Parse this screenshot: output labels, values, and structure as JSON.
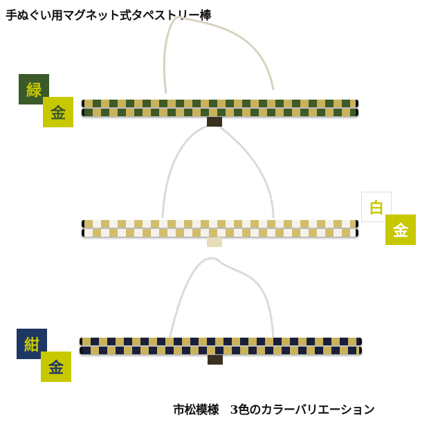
{
  "title": "手ぬぐい用マグネット式タペストリー棒",
  "caption": "市松模様　3色のカラーバリエーション",
  "variants": [
    {
      "top_label": "緑",
      "bottom_label": "金",
      "top_color": "#3b5a2a",
      "top_text": "#c8c800",
      "bottom_color": "#c8c800",
      "bottom_text": "#3b5a2a",
      "check_dark": "#3f5a26",
      "check_light": "#c9b25a"
    },
    {
      "top_label": "白",
      "bottom_label": "金",
      "top_color": "#ffffff",
      "top_text": "#c8c800",
      "bottom_color": "#c8c800",
      "bottom_text": "#ffffff",
      "check_dark": "#f4f2ea",
      "check_light": "#d2bd6a"
    },
    {
      "top_label": "紺",
      "bottom_label": "金",
      "top_color": "#1f3764",
      "top_text": "#c8c800",
      "bottom_color": "#c8c800",
      "bottom_text": "#1f3764",
      "check_dark": "#1a1f3a",
      "check_light": "#c9b25a"
    }
  ]
}
